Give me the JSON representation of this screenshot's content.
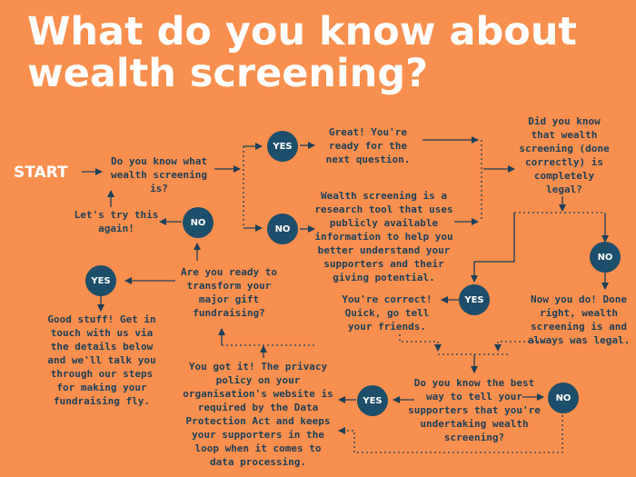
{
  "title": {
    "line1": "What do you know about",
    "line2": "wealth screening?"
  },
  "start_label": "START",
  "nodes": {
    "q_know": "Do you know what\nwealth screening\nis?",
    "lets_try": "Let's try this\nagain!",
    "great": "Great! You're\nready for the\nnext question.",
    "research": "Wealth screening is a\nresearch tool that uses\npublicly available\ninformation to help you\nbetter understand your\nsupporters and their\ngiving potential.",
    "did_you_know": "Did you know\nthat wealth\nscreening (done\ncorrectly) is\ncompletely\nlegal?",
    "you_correct": "You're correct!\nQuick, go tell\nyour friends.",
    "now_you_do": "Now you do! Done\nright, wealth\nscreening is and\nalways was legal.",
    "ready_transform": "Are you ready to\ntransform your\nmajor gift\nfundraising?",
    "good_stuff": "Good stuff! Get in\ntouch with us via\nthe details below\nand we'll talk you\nthrough our steps\nfor making your\nfundraising fly.",
    "best_way": "Do you know the best\nway to tell your\nsupporters that you're\nundertaking wealth\nscreening?",
    "you_got_it": "You got it! The privacy\npolicy on your\norganisation's website is\nrequired by the Data\nProtection Act and keeps\nyour supporters in the\nloop when it comes to\ndata processing."
  },
  "answers": {
    "yes": "YES",
    "no": "NO"
  },
  "colors": {
    "background": "#F98F4E",
    "text": "#1B3F5A",
    "circle": "#1D4E6B",
    "title": "#FFFFFF"
  }
}
